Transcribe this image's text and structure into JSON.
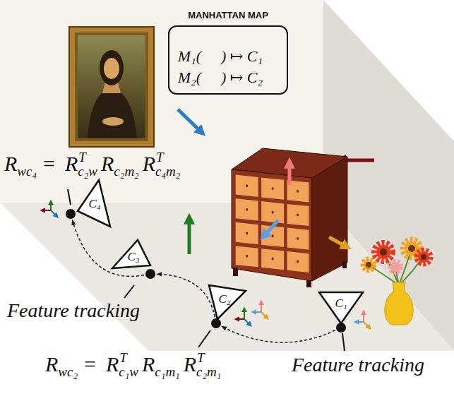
{
  "diagram": {
    "nodes": [
      {
        "text": [
          "MANHATTAN MAP",
          "M₁(",
          ") ↦ C₁",
          "M₂(",
          ") ↦ C₂"
        ]
      },
      {
        "text": [
          "C₄"
        ]
      },
      {
        "text": [
          "C₃"
        ]
      },
      {
        "text": [
          "C₂"
        ]
      },
      {
        "text": [
          "C₁"
        ]
      }
    ],
    "edges": [
      {
        "from": 4,
        "to": 3,
        "arrow": "to"
      },
      {
        "from": 3,
        "to": 2,
        "arrow": "to"
      },
      {
        "from": 2,
        "to": 1,
        "arrow": "to"
      }
    ],
    "labels": [
      "R",
      "wc₄",
      "=",
      "R",
      "c₂w",
      "T",
      "R",
      "c₂m₂",
      "R",
      "c₄m₂",
      "T",
      "Feature tracking",
      "R",
      "wc₂",
      "=",
      "R",
      "c₁w",
      "T",
      "R",
      "c₁m₁",
      "R",
      "c₂m₁",
      "T",
      "Feature tracking"
    ]
  }
}
